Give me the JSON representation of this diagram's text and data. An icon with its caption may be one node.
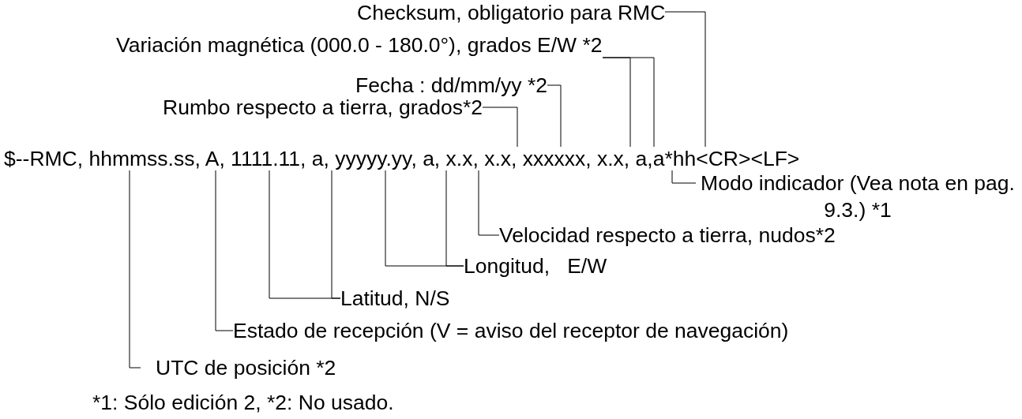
{
  "diagram": {
    "nodes": [
      {
        "text": [
          "$--RMC, hhmmss.ss, A, 1111.11, a, yyyyy.yy, a, x.x, x.x, xxxxxx, x.x, a,a*hh<CR><LF>"
        ]
      },
      {
        "text": [
          "Checksum, obligatorio para RMC"
        ]
      },
      {
        "text": [
          "Variación magnética (000.0 - 180.0°), grados E/W *2"
        ]
      },
      {
        "text": [
          "Fecha : dd/mm/yy *2"
        ]
      },
      {
        "text": [
          "Rumbo respecto a tierra, grados*2"
        ]
      },
      {
        "text": [
          "Modo indicador (Vea nota en pag. 9.3.) *1"
        ]
      },
      {
        "text": [
          "Velocidad respecto a tierra, nudos*2"
        ]
      },
      {
        "text": [
          "Longitud,   E/W"
        ]
      },
      {
        "text": [
          "Latitud, N/S"
        ]
      },
      {
        "text": [
          "Estado de recepción (V = aviso del receptor de navegación)"
        ]
      },
      {
        "text": [
          "UTC de posición *2"
        ]
      }
    ],
    "edges": [
      {
        "from": 1,
        "to": 0,
        "arrow": "none"
      },
      {
        "from": 2,
        "to": 0,
        "arrow": "none"
      },
      {
        "from": 2,
        "to": 0,
        "arrow": "none"
      },
      {
        "from": 3,
        "to": 0,
        "arrow": "none"
      },
      {
        "from": 4,
        "to": 0,
        "arrow": "none"
      },
      {
        "from": 5,
        "to": 0,
        "arrow": "none"
      },
      {
        "from": 6,
        "to": 0,
        "arrow": "none"
      },
      {
        "from": 7,
        "to": 0,
        "arrow": "none"
      },
      {
        "from": 7,
        "to": 0,
        "arrow": "none"
      },
      {
        "from": 8,
        "to": 0,
        "arrow": "none"
      },
      {
        "from": 8,
        "to": 0,
        "arrow": "none"
      },
      {
        "from": 9,
        "to": 0,
        "arrow": "none"
      },
      {
        "from": 10,
        "to": 0,
        "arrow": "none"
      }
    ],
    "labels": [
      "*1: Sólo edición 2, *2: No usado."
    ]
  }
}
